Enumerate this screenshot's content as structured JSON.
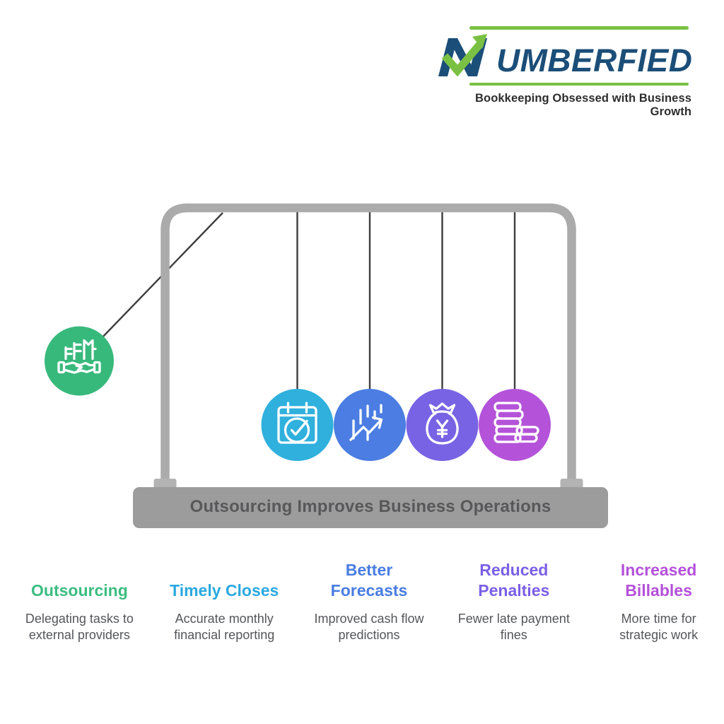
{
  "logo": {
    "wordmark_rest": "UMBERFIED",
    "tagline": "Bookkeeping Obsessed with Business Growth",
    "colors": {
      "navy": "#1b4e78",
      "green": "#7ac143",
      "tagline_text": "#2d2d2d"
    }
  },
  "cradle": {
    "base_caption": "Outsourcing Improves Business Operations",
    "frame_color": "#ababab",
    "feet_color": "#b3b3b3",
    "base_color": "#9c9c9c",
    "string_color": "#3d3d3d",
    "swing_ball": {
      "name": "outsourcing",
      "icon": "handshake-buildings-icon",
      "color": "#38b97c"
    },
    "hanging_balls": [
      {
        "name": "timely-closes",
        "icon": "calendar-check-icon",
        "color": "#2fb0dd"
      },
      {
        "name": "better-forecasts",
        "icon": "growth-chart-icon",
        "color": "#4b7de2"
      },
      {
        "name": "reduced-penalties",
        "icon": "money-bag-icon",
        "color": "#7863e4"
      },
      {
        "name": "increased-billables",
        "icon": "coin-stack-icon",
        "color": "#b453d9"
      }
    ]
  },
  "benefits": [
    {
      "title": "Outsourcing",
      "description": "Delegating tasks to\nexternal providers",
      "color": "#3cbd81"
    },
    {
      "title": "Timely Closes",
      "description": "Accurate monthly\nfinancial reporting",
      "color": "#2aa9e0"
    },
    {
      "title": "Better\nForecasts",
      "description": "Improved cash flow\npredictions",
      "color": "#4a7de2"
    },
    {
      "title": "Reduced\nPenalties",
      "description": "Fewer late payment\nfines",
      "color": "#7b5fe6"
    },
    {
      "title": "Increased\nBillables",
      "description": "More time for\nstrategic work",
      "color": "#b450d9"
    }
  ]
}
